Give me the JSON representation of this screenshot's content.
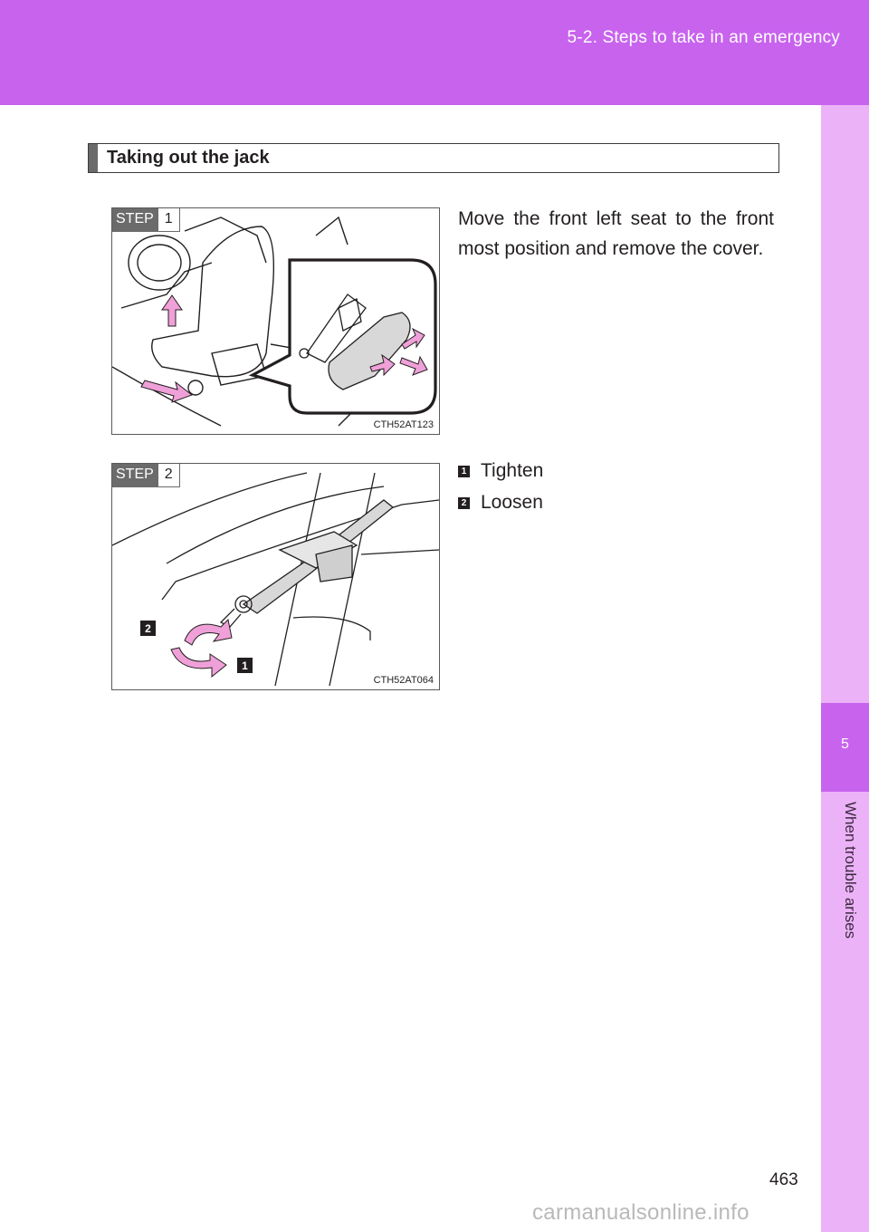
{
  "header": {
    "section": "5-2. Steps to take in an emergency"
  },
  "side_tab": {
    "chapter_number": "5",
    "chapter_title": "When trouble arises"
  },
  "heading": {
    "title": "Taking out the jack"
  },
  "steps": [
    {
      "step_label": "STEP",
      "step_number": "1",
      "figure_code": "CTH52AT123",
      "text": "Move the front left seat to the front most position and remove the cover."
    },
    {
      "step_label": "STEP",
      "step_number": "2",
      "figure_code": "CTH52AT064",
      "legend": [
        {
          "badge": "1",
          "label": "Tighten"
        },
        {
          "badge": "2",
          "label": "Loosen"
        }
      ]
    }
  ],
  "footer": {
    "page_number": "463",
    "watermark": "carmanualsonline.info"
  },
  "colors": {
    "accent": "#c863ee",
    "accent_light": "#ecb2f7",
    "arrow_pink": "#f0a0d8",
    "heading_bar": "#6b6b6b"
  }
}
